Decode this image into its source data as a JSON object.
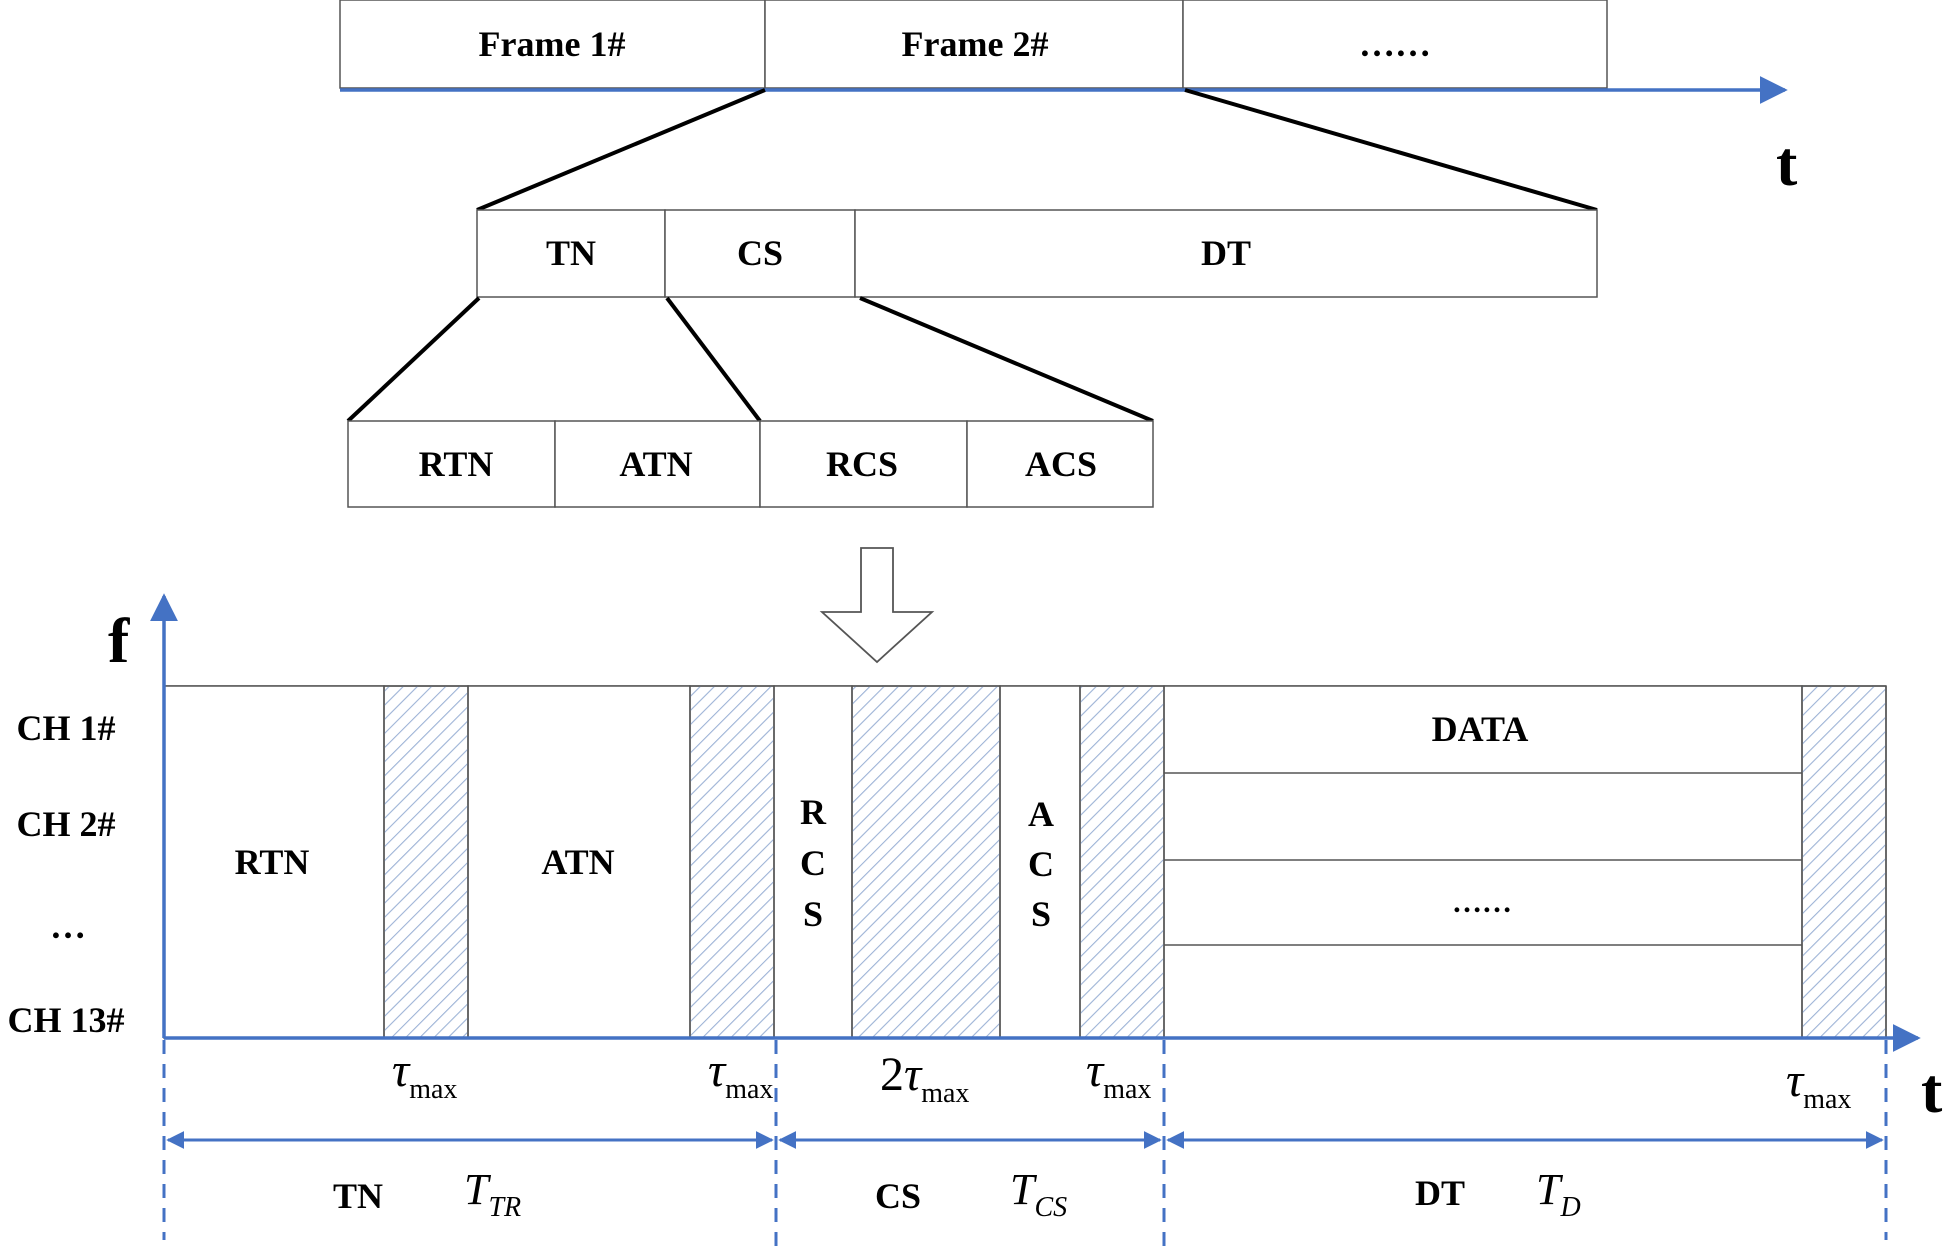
{
  "frames": {
    "frame1": "Frame 1#",
    "frame2": "Frame 2#",
    "more": "……"
  },
  "time_axis_label": "t",
  "freq_axis_label": "f",
  "frame_fields": {
    "tn": "TN",
    "cs": "CS",
    "dt": "DT"
  },
  "sub_fields": {
    "rtn": "RTN",
    "atn": "ATN",
    "rcs": "RCS",
    "acs": "ACS"
  },
  "channels": [
    "CH 1#",
    "CH 2#",
    "…",
    "CH 13#"
  ],
  "blocks": {
    "rtn": "RTN",
    "atn": "ATN",
    "rcs_letters": [
      "R",
      "C",
      "S"
    ],
    "acs_letters": [
      "A",
      "C",
      "S"
    ],
    "data": "DATA",
    "data_more": "……"
  },
  "guards": {
    "tau_symbol": "τ",
    "tau_subscript": "max",
    "two": "2"
  },
  "periods": {
    "tn": {
      "name": "TN",
      "sym": "T",
      "sub": "TR"
    },
    "cs": {
      "name": "CS",
      "sym": "T",
      "sub": "CS"
    },
    "dt": {
      "name": "DT",
      "sym": "T",
      "sub": "D"
    }
  },
  "colors": {
    "axis_blue": "#4472C4",
    "hatch": "#9DB3D6",
    "line": "#000000",
    "box_border": "#555555"
  }
}
